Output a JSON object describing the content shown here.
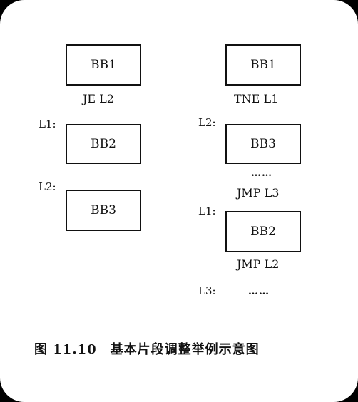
{
  "left_column": {
    "block1": "BB1",
    "jump1": "JE L2",
    "label_l1": "L1:",
    "block2": "BB2",
    "label_l2": "L2:",
    "block3": "BB3"
  },
  "right_column": {
    "block1": "BB1",
    "jump1": "TNE L1",
    "label_l2": "L2:",
    "block3": "BB3",
    "dots1": "……",
    "jump2": "JMP L3",
    "label_l1": "L1:",
    "block2": "BB2",
    "jump3": "JMP L2",
    "label_l3": "L3:",
    "dots2": "……"
  },
  "caption": "图 11.10　基本片段调整举例示意图"
}
